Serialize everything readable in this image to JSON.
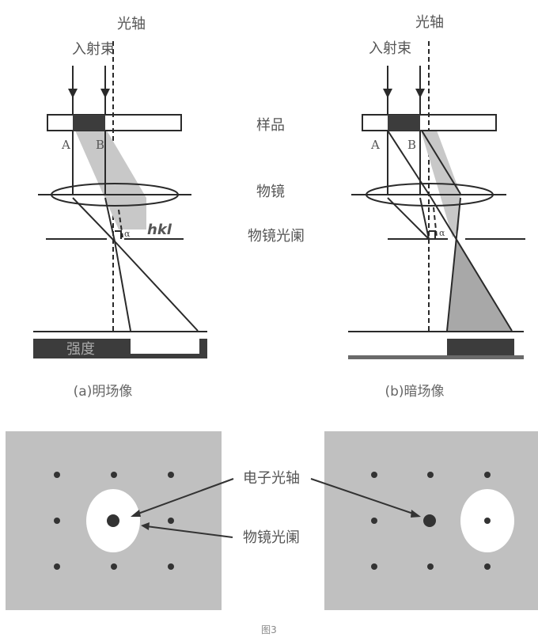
{
  "diagram": {
    "common_labels": {
      "optical_axis": "光轴",
      "incident_beam": "入射束",
      "point_a": "A",
      "point_b": "B",
      "hkl": "hkl",
      "alpha": "α"
    },
    "side_labels": {
      "sample": "样品",
      "objective_lens": "物镜",
      "objective_aperture": "物镜光阑"
    },
    "panel_a": {
      "caption": "(a)明场像",
      "intensity_label": "强度"
    },
    "panel_b": {
      "caption": "(b)暗场像"
    },
    "diffraction": {
      "electron_optical_axis": "电子光轴",
      "objective_aperture": "物镜光阑"
    },
    "figure_caption": "图3",
    "colors": {
      "line": "#2a2a2a",
      "shade_light": "#c8c8c8",
      "shade_mid": "#a8a8a8",
      "dark_fill": "#3c3c3c",
      "pattern_bg": "#c0c0c0",
      "spot": "#333333",
      "label": "#555555"
    }
  }
}
